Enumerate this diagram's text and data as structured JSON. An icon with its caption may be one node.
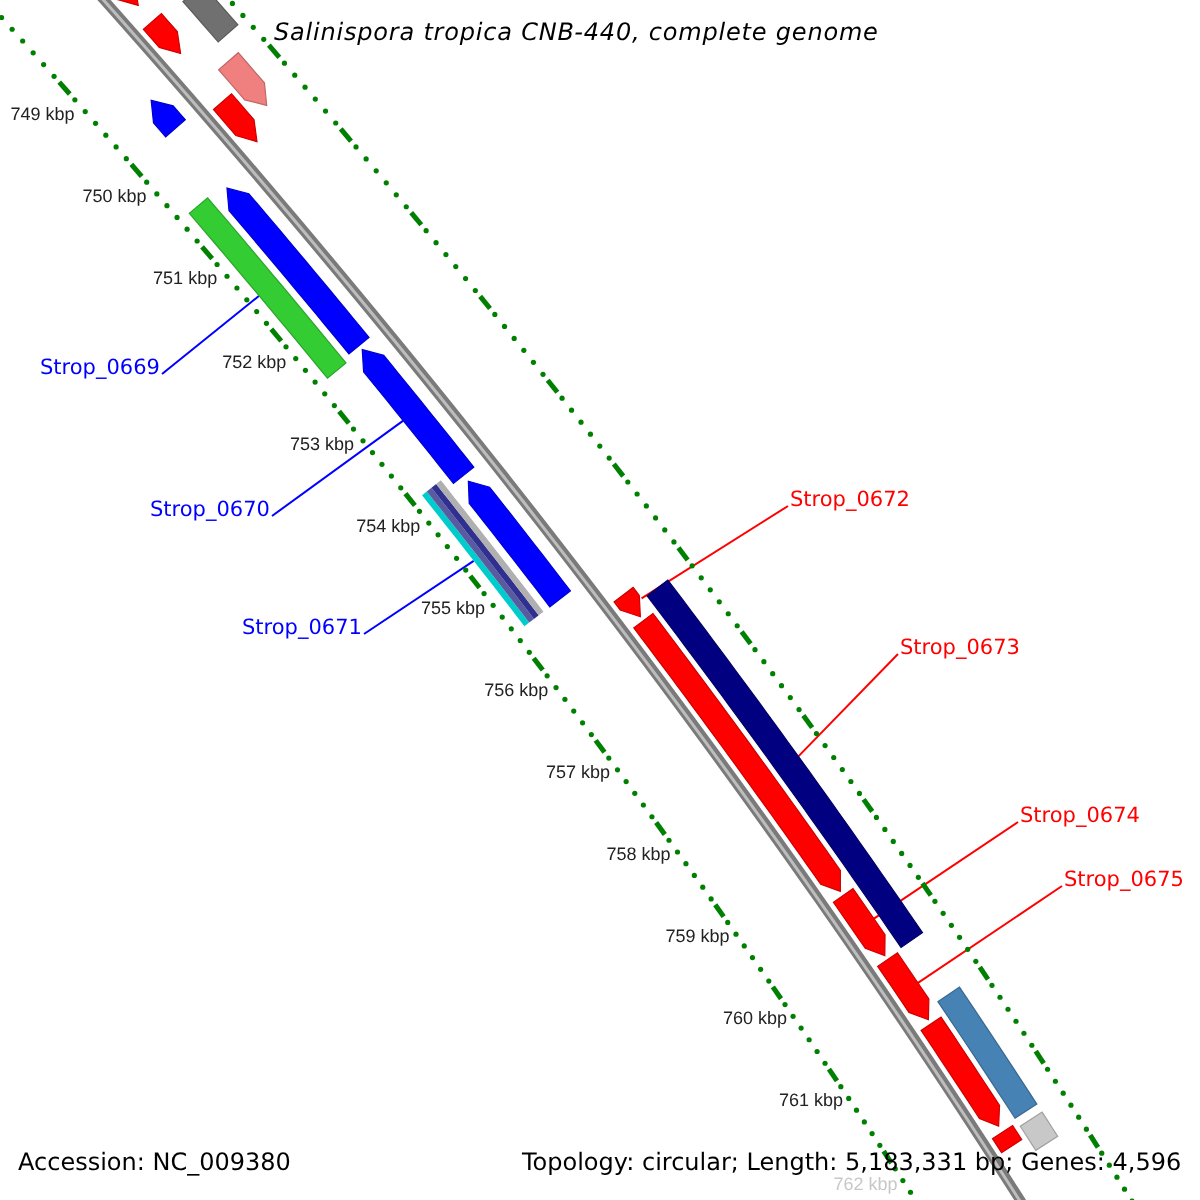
{
  "diagram": {
    "title": "Salinispora tropica CNB-440, complete genome",
    "nodes": [
      {
        "text": [
          "Strop_0669"
        ]
      },
      {
        "text": [
          "Strop_0670"
        ]
      },
      {
        "text": [
          "Strop_0671"
        ]
      },
      {
        "text": [
          "Strop_0672"
        ]
      },
      {
        "text": [
          "Strop_0673"
        ]
      },
      {
        "text": [
          "Strop_0674"
        ]
      },
      {
        "text": [
          "Strop_0675"
        ]
      },
      {
        "text": [],
        "shape": "bar"
      },
      {
        "text": [],
        "shape": "bar"
      },
      {
        "text": [],
        "shape": "bar"
      },
      {
        "text": [],
        "shape": "bar"
      },
      {
        "text": [],
        "shape": "bar"
      },
      {
        "text": [],
        "shape": "bar"
      },
      {
        "text": [],
        "shape": "bar"
      },
      {
        "text": [],
        "shape": "bar"
      },
      {
        "text": [],
        "shape": "bar"
      },
      {
        "text": [],
        "shape": "bar"
      },
      {
        "text": [],
        "shape": "bar"
      },
      {
        "text": [],
        "shape": "bar"
      },
      {
        "text": [],
        "shape": "bar"
      },
      {
        "text": [],
        "shape": "bar"
      },
      {
        "text": [],
        "shape": "bar"
      },
      {
        "text": [],
        "shape": "bar"
      },
      {
        "text": [],
        "shape": "bar"
      },
      {
        "text": [],
        "shape": "bar"
      },
      {
        "text": [],
        "shape": "bar"
      },
      {
        "text": [],
        "shape": "bar"
      }
    ],
    "edges": [
      {
        "from": 0,
        "to": 13,
        "arrow": "none",
        "color": "#0000ff"
      },
      {
        "from": 1,
        "to": 15,
        "arrow": "none",
        "color": "#0000ff"
      },
      {
        "from": 2,
        "to": 16,
        "arrow": "none",
        "color": "#0000ff"
      },
      {
        "from": 3,
        "to": 18,
        "arrow": "none",
        "color": "#ff0000"
      },
      {
        "from": 4,
        "to": 20,
        "arrow": "none",
        "color": "#ff0000"
      },
      {
        "from": 5,
        "to": 21,
        "arrow": "none",
        "color": "#ff0000"
      },
      {
        "from": 6,
        "to": 22,
        "arrow": "none",
        "color": "#ff0000"
      }
    ],
    "labels": [
      "749 kbp",
      "750 kbp",
      "751 kbp",
      "752 kbp",
      "753 kbp",
      "754 kbp",
      "755 kbp",
      "756 kbp",
      "757 kbp",
      "758 kbp",
      "759 kbp",
      "760 kbp",
      "761 kbp",
      "762 kbp",
      "Accession: NC_009380",
      "Topology: circular; Length: 5,183,331 bp; Genes: 4,596"
    ]
  }
}
